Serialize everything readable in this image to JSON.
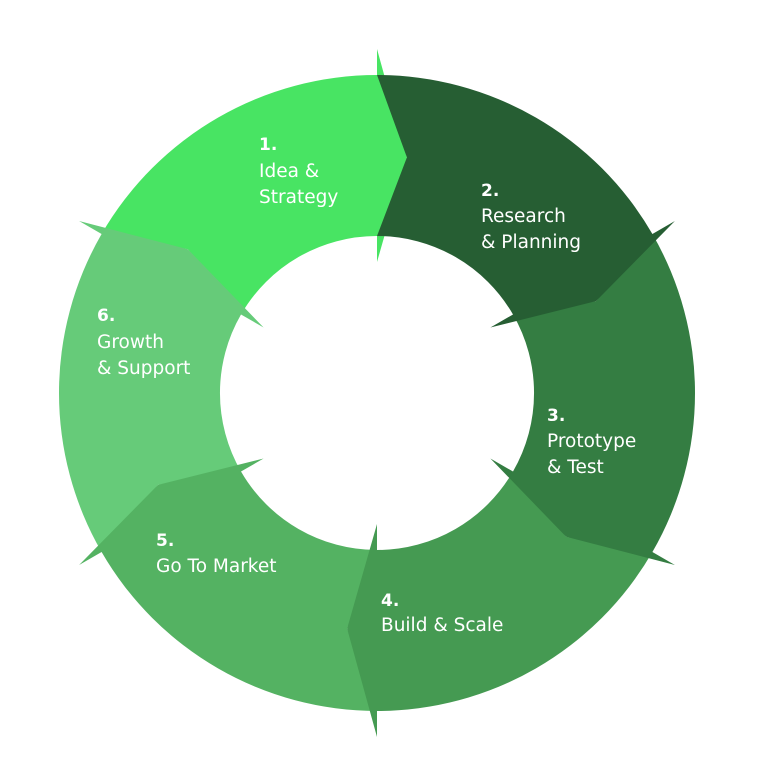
{
  "cycle": {
    "segments": [
      {
        "number": "1.",
        "lines": [
          "Idea &",
          "Strategy"
        ],
        "color": "#265e33"
      },
      {
        "number": "2.",
        "lines": [
          "Research",
          "& Planning"
        ],
        "color": "#347d42"
      },
      {
        "number": "3.",
        "lines": [
          "Prototype",
          "& Test"
        ],
        "color": "#459a52"
      },
      {
        "number": "4.",
        "lines": [
          "Build & Scale"
        ],
        "color": "#54b262"
      },
      {
        "number": "5.",
        "lines": [
          "Go To Market"
        ],
        "color": "#66cb79"
      },
      {
        "number": "6.",
        "lines": [
          "Growth",
          "& Support"
        ],
        "color": "#48e463"
      }
    ],
    "label_color": "#ffffff"
  }
}
